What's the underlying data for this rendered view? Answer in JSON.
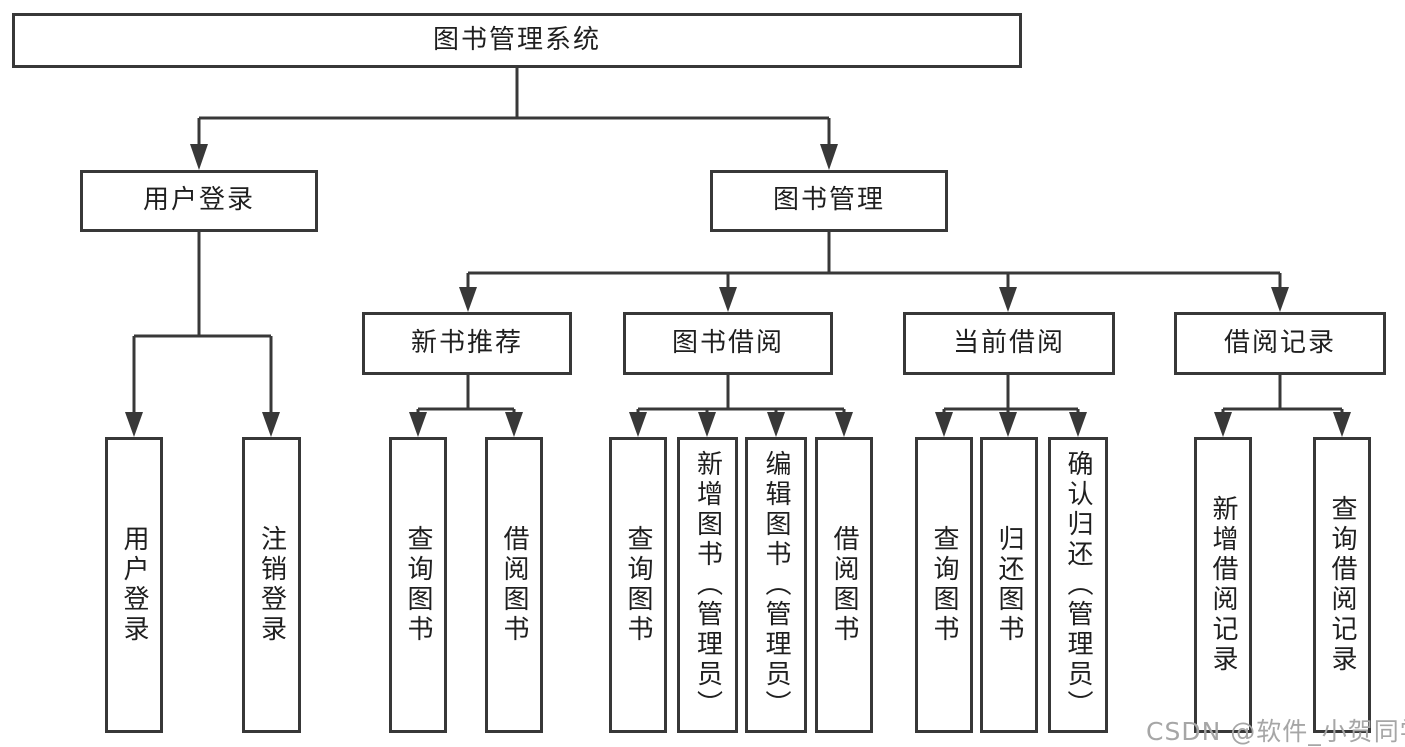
{
  "tree": {
    "root": {
      "label": "图书管理系统",
      "children": [
        {
          "label": "用户登录",
          "children": [
            {
              "label": "用户登录"
            },
            {
              "label": "注销登录"
            }
          ]
        },
        {
          "label": "图书管理",
          "children": [
            {
              "label": "新书推荐",
              "children": [
                {
                  "label": "查询图书"
                },
                {
                  "label": "借阅图书"
                }
              ]
            },
            {
              "label": "图书借阅",
              "children": [
                {
                  "label": "查询图书"
                },
                {
                  "label": "新增图书（管理员）"
                },
                {
                  "label": "编辑图书（管理员）"
                },
                {
                  "label": "借阅图书"
                }
              ]
            },
            {
              "label": "当前借阅",
              "children": [
                {
                  "label": "查询图书"
                },
                {
                  "label": "归还图书"
                },
                {
                  "label": "确认归还（管理员）"
                }
              ]
            },
            {
              "label": "借阅记录",
              "children": [
                {
                  "label": "新增借阅记录"
                },
                {
                  "label": "查询借阅记录"
                }
              ]
            }
          ]
        }
      ]
    }
  },
  "watermark": {
    "text": "CSDN @软件_小贺同学",
    "color": "#a6a6a6"
  },
  "colors": {
    "line": "#383838",
    "box_border": "#383838",
    "text": "#1f1f1f",
    "background": "#ffffff"
  }
}
